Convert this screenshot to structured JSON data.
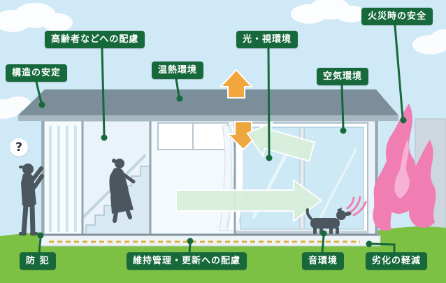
{
  "scene": {
    "question_mark": "?"
  },
  "labels": {
    "structural_stability": "構造の安定",
    "elderly_consideration": "高齢者などへの配慮",
    "thermal_environment": "温熱環境",
    "light_visual_environment": "光・視環境",
    "air_environment": "空気環境",
    "fire_safety": "火災時の安全",
    "crime_prevention": "防 犯",
    "maintenance_renewal": "維持管理・更新への配慮",
    "sound_environment": "音環境",
    "deterioration_reduction": "劣化の軽減"
  },
  "colors": {
    "label_bg": "#17693b",
    "label_text": "#ffffff",
    "connector": "#17693b",
    "sky": "#cfe9f7",
    "grass": "#7cc143",
    "roof": "#7b8e9a",
    "flame": "#f07eb2",
    "silhouette": "#4b565e",
    "arrow_orange": "#f2a63c",
    "arrow_green": "#d9efdc",
    "glass": "#cde9f5",
    "pipe_dash": "#ddb33f"
  }
}
